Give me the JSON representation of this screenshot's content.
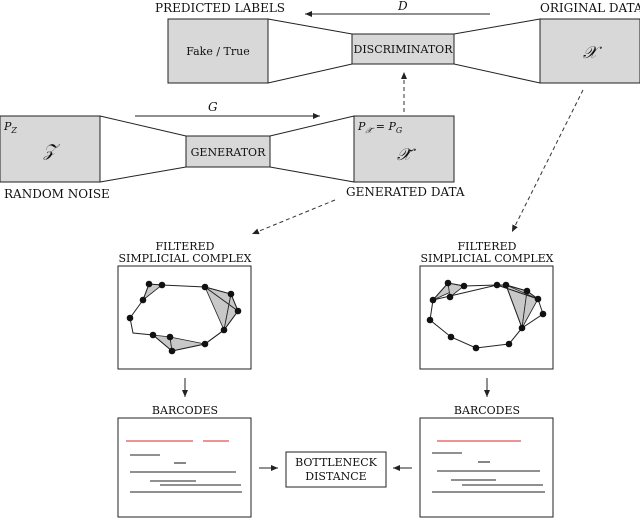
{
  "labels": {
    "predicted_labels": "PREDICTED LABELS",
    "original_data": "ORIGINAL DATA",
    "d_label": "D",
    "fake_true": "Fake / True",
    "discriminator": "DISCRIMINATOR",
    "x_original": "𝒳",
    "g_label": "G",
    "pz": "P",
    "pz_sub": "Z",
    "z_math": "𝒵",
    "generator": "GENERATOR",
    "p_eq_left": "P",
    "p_eq_sub": "𝒳̃",
    "p_eq_mid": " = P",
    "p_eq_sub2": "G",
    "x_tilde": "𝒳̃",
    "random_noise": "RANDOM NOISE",
    "generated_data": "GENERATED DATA",
    "filtered_left_1": "FILTERED",
    "filtered_left_2": "SIMPLICIAL COMPLEX",
    "filtered_right_1": "FILTERED",
    "filtered_right_2": "SIMPLICIAL COMPLEX",
    "barcodes_left": "BARCODES",
    "barcodes_right": "BARCODES",
    "bottleneck_1": "BOTTLENECK",
    "bottleneck_2": "DISTANCE"
  },
  "colors": {
    "box_fill": "#d8d8d8",
    "persistent_bar": "#e05555",
    "stroke": "#222222"
  }
}
